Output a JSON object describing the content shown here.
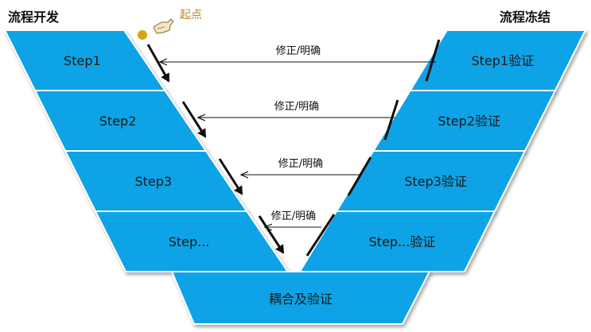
{
  "header": {
    "left_title": "流程开发",
    "right_title": "流程冻结",
    "start_label": "起点",
    "start_icon": "pointing-hand-icon"
  },
  "development_steps": [
    "Step1",
    "Step2",
    "Step3",
    "Step..."
  ],
  "verification_steps": [
    "Step1验证",
    "Step2验证",
    "Step3验证",
    "Step...验证"
  ],
  "bottom": {
    "label": "耦合及验证"
  },
  "feedback_arrows": [
    "修正/明确",
    "修正/明确",
    "修正/明确",
    "修正/明确"
  ],
  "colors": {
    "segment_fill": "#0fa3e6",
    "segment_edge": "#ffffff",
    "arrow": "#111111",
    "start_dot": "#d9a31a"
  }
}
